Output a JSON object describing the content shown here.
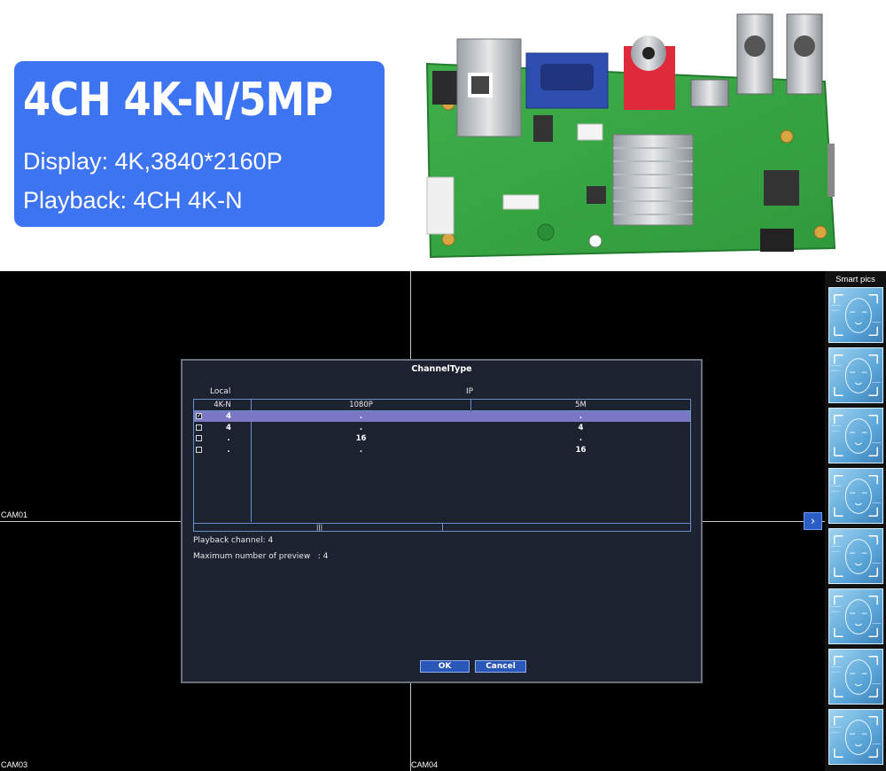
{
  "banner": {
    "headline": "4CH 4K-N/5MP",
    "display_line": "Display: 4K,3840*2160P",
    "playback_line": "Playback: 4CH 4K-N",
    "card_color": "#3d74f2"
  },
  "screen": {
    "cams": [
      "CAM01",
      "CAM03",
      "CAM04"
    ],
    "side_arrow": "›",
    "smart_panel_title": "Smart pics",
    "smart_thumb_count": 8
  },
  "dialog": {
    "title": "ChannelType",
    "group_local": "Local",
    "group_ip": "IP",
    "columns": [
      "4K-N",
      "1080P",
      "5M"
    ],
    "rows": [
      {
        "checked": true,
        "local": "4",
        "p1080": ".",
        "m5": "."
      },
      {
        "checked": false,
        "local": "4",
        "p1080": ".",
        "m5": "4"
      },
      {
        "checked": false,
        "local": ".",
        "p1080": "16",
        "m5": "."
      },
      {
        "checked": false,
        "local": ".",
        "p1080": ".",
        "m5": "16"
      }
    ],
    "check_mark": "✓",
    "scroll_grip": "|||",
    "playback_channel": "Playback channel: 4",
    "max_preview": "Maximum number of preview   : 4",
    "ok_label": "OK",
    "cancel_label": "Cancel",
    "selected_row_color": "#7a78c4",
    "button_color": "#2a56b8"
  }
}
